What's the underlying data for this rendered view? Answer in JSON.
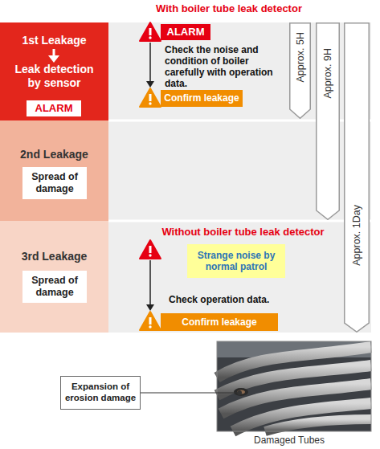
{
  "diagram": {
    "nodes": [
      {
        "text": [
          "1st Leakage",
          "Leak detection by sensor"
        ]
      },
      {
        "text": [
          "ALARM"
        ],
        "in": 0
      },
      {
        "text": [
          "2nd Leakage"
        ]
      },
      {
        "text": [
          "Spread of damage"
        ],
        "in": 2
      },
      {
        "text": [
          "3rd Leakage"
        ]
      },
      {
        "text": [
          "Spread of damage"
        ],
        "in": 4
      },
      {
        "text": [
          "ALARM"
        ]
      },
      {
        "text": [
          "Confirm leakage"
        ]
      },
      {
        "text": [
          "Strange noise by normal patrol"
        ]
      },
      {
        "text": [
          "Confirm leakage"
        ]
      },
      {
        "text": [
          "Approx. 5H"
        ]
      },
      {
        "text": [
          "Approx. 9H"
        ]
      },
      {
        "text": [
          "Approx. 1Day"
        ]
      },
      {
        "text": [
          "Expansion of erosion damage"
        ]
      }
    ],
    "labels": [
      "With boiler tube leak detector",
      "Check the noise and condition of boiler carefully with operation data.",
      "Without boiler tube leak detector",
      "Check operation data.",
      "Damaged Tubes"
    ]
  }
}
